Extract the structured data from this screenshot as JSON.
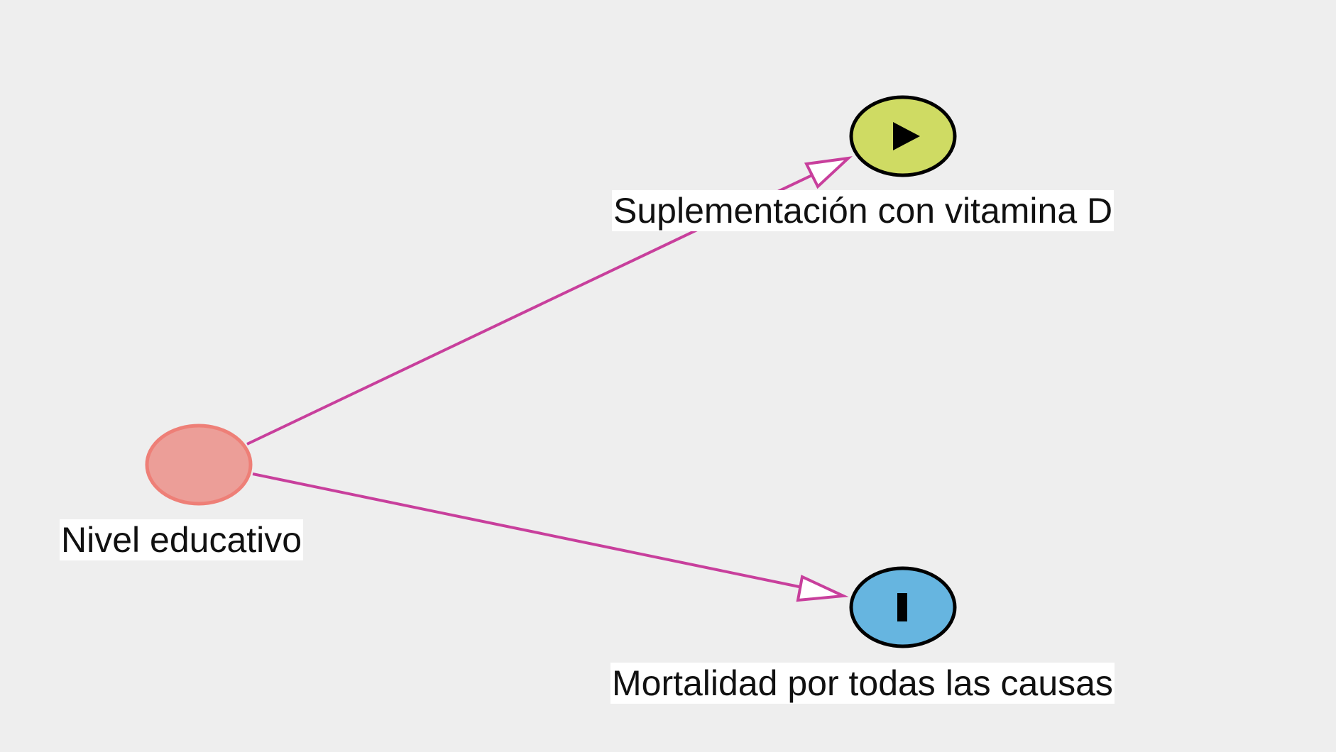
{
  "nodes": [
    {
      "id": "exposure",
      "label": "Suplementación con vitamina D",
      "role": "exposure",
      "icon": "play-icon",
      "color": "#cfdb63"
    },
    {
      "id": "outcome",
      "label": "Mortalidad por todas las causas",
      "role": "outcome",
      "icon": "bar-icon",
      "color": "#66b5e0"
    },
    {
      "id": "confounder",
      "label": "Nivel educativo",
      "role": "confounder",
      "color": "#ec9e98"
    }
  ],
  "edges": [
    {
      "from": "Nivel educativo",
      "to": "Suplementación con vitamina D"
    },
    {
      "from": "Nivel educativo",
      "to": "Mortalidad por todas las causas"
    }
  ],
  "colors": {
    "edge": "#c83f9c",
    "background": "#eeeeee",
    "confounder_border": "#ee7f77"
  }
}
